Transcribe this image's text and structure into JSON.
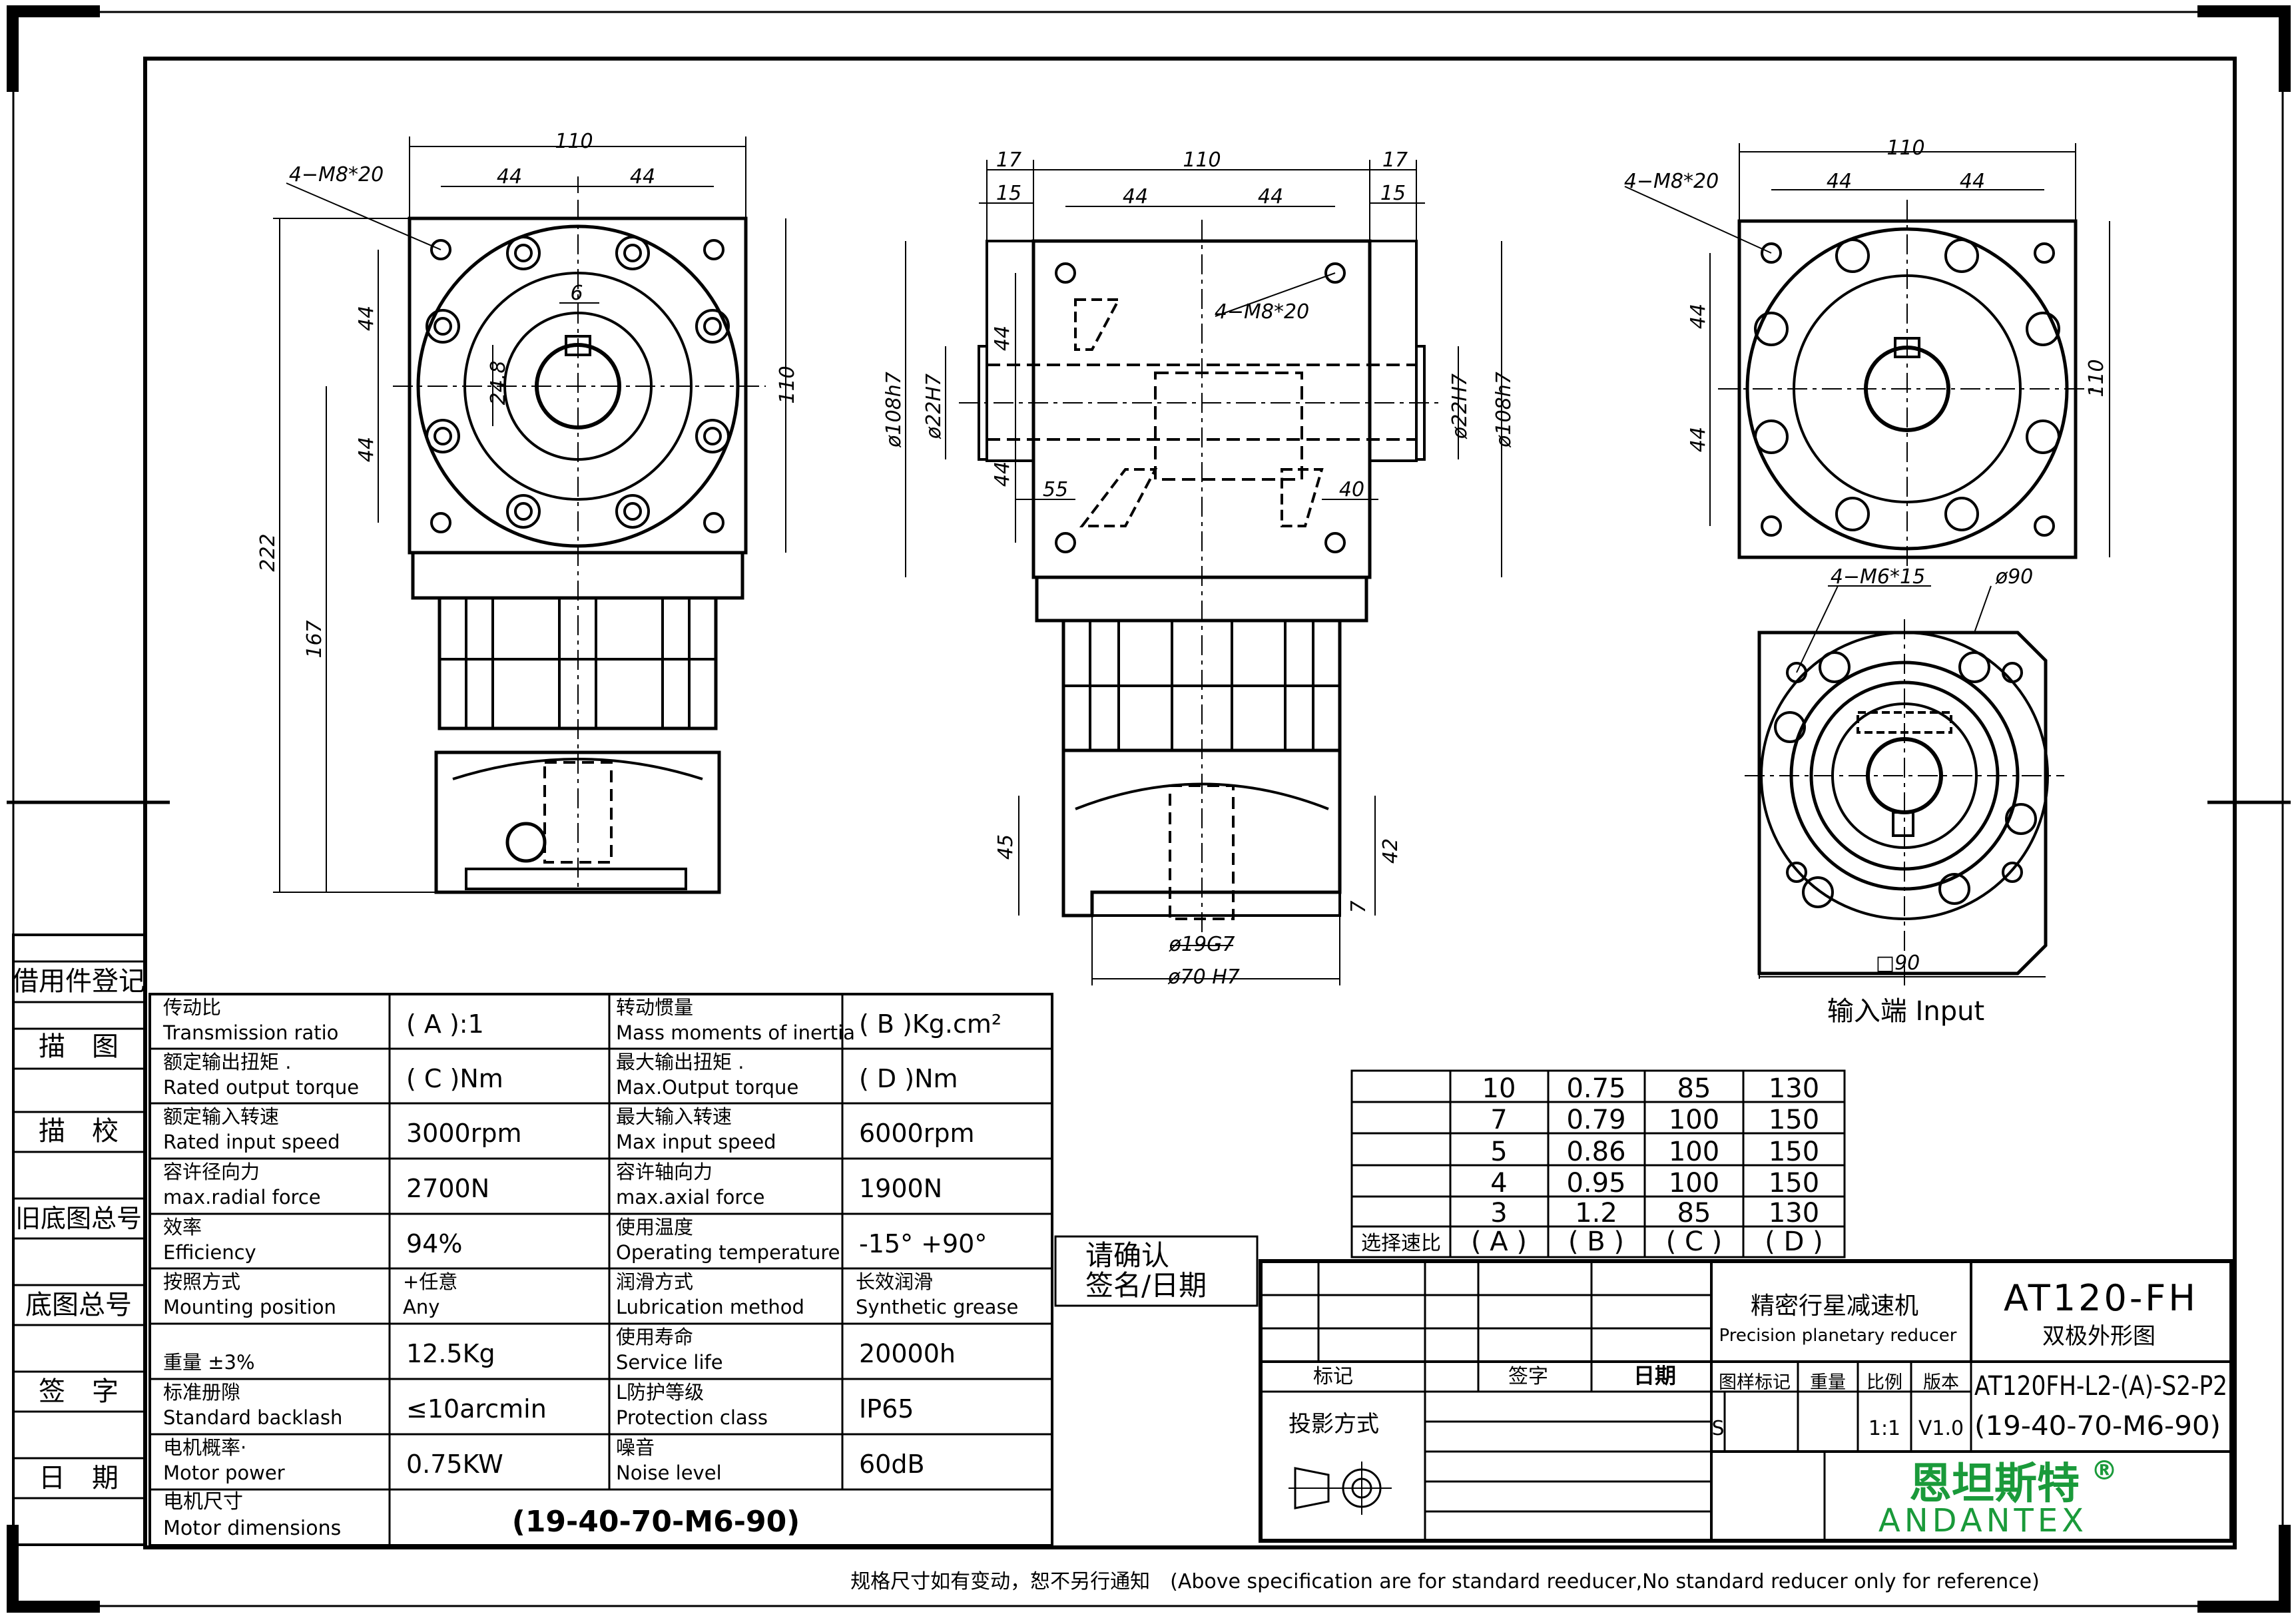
{
  "side_labels": [
    "借用件登记",
    "描　图",
    "描　校",
    "旧底图总号",
    "底图总号",
    "签　字",
    "日　期"
  ],
  "front_view": {
    "dims": {
      "top_width": "110",
      "half1": "44",
      "half2": "44",
      "holes": "4−M8*20",
      "key_width": "6",
      "shaft_h": "24.8",
      "height_right": "110",
      "left_a": "44",
      "left_b": "44",
      "total_h": "222",
      "lower_h": "167"
    }
  },
  "middle_view": {
    "dims": {
      "top_left_a": "17",
      "top_left_b": "15",
      "top_w": "110",
      "top_right_a": "17",
      "top_right_b": "15",
      "half1": "44",
      "half2": "44",
      "holes": "4−M8*20",
      "dia_left": "ø108h7",
      "bore_left": "ø22H7",
      "bore_right": "ø22H7",
      "dia_right": "ø108h7",
      "left_44a": "44",
      "left_44b": "44",
      "d55": "55",
      "d40": "40",
      "d45": "45",
      "d42": "42",
      "d7": "7",
      "d19": "ø19G7",
      "d70": "ø70 H7"
    }
  },
  "right_view": {
    "dims": {
      "top_w": "110",
      "half1": "44",
      "half2": "44",
      "holes": "4−M8*20",
      "left_44a": "44",
      "left_44b": "44",
      "height": "110",
      "m6": "4−M6*15",
      "d90": "ø90",
      "sq90": "□90"
    },
    "caption": "输入端 Input"
  },
  "spec_table": {
    "rows": [
      {
        "cn1": "传动比",
        "en1": "Transmission ratio",
        "val1": "( A ):1",
        "cn2": "转动惯量",
        "en2": "Mass moments of inertia",
        "val2": "( B )Kg.cm²"
      },
      {
        "cn1": "额定输出扭矩  .",
        "en1": "Rated output torque",
        "val1": "( C )Nm",
        "cn2": "最大输出扭矩  .",
        "en2": "Max.Output torque",
        "val2": "( D )Nm"
      },
      {
        "cn1": "额定输入转速",
        "en1": "Rated input speed",
        "val1": "3000rpm",
        "cn2": "最大输入转速",
        "en2": "Max input speed",
        "val2": "6000rpm"
      },
      {
        "cn1": "容许径向力",
        "en1": "max.radial force",
        "val1": "2700N",
        "cn2": "容许轴向力",
        "en2": "max.axial  force",
        "val2": "1900N"
      },
      {
        "cn1": "效率",
        "en1": "Efficiency",
        "val1": "94%",
        "cn2": "使用温度",
        "en2": "Operating temperature",
        "val2": "-15° +90°"
      },
      {
        "cn1": "按照方式",
        "en1": "Mounting position",
        "val1": "+任意\nAny",
        "cn2": "润滑方式",
        "en2": "Lubrication method",
        "val2": "长效润滑\nSynthetic grease"
      },
      {
        "cn1": "",
        "en1": "重量 ±3%",
        "val1": "12.5Kg",
        "cn2": "使用寿命",
        "en2": "Service life",
        "val2": "20000h"
      },
      {
        "cn1": "标准册隙",
        "en1": "Standard backlash",
        "val1": "≤10arcmin",
        "cn2": "L防护等级",
        "en2": "Protection class",
        "val2": "IP65"
      },
      {
        "cn1": "电机概率·",
        "en1": "Motor power",
        "val1": "0.75KW",
        "cn2": "噪音",
        "en2": "Noise level",
        "val2": "60dB"
      }
    ],
    "motor_dim": {
      "cn": "电机尺寸",
      "en": "Motor dimensions",
      "val": "(19-40-70-M6-90)"
    }
  },
  "ratio_table": {
    "rows": [
      [
        "10",
        "0.75",
        "85",
        "130"
      ],
      [
        "7",
        "0.79",
        "100",
        "150"
      ],
      [
        "5",
        "0.86",
        "100",
        "150"
      ],
      [
        "4",
        "0.95",
        "100",
        "150"
      ],
      [
        "3",
        "1.2",
        "85",
        "130"
      ]
    ],
    "header_label": "选择速比",
    "header": [
      "( A )",
      "( B )",
      "( C )",
      "( D )"
    ]
  },
  "confirm": {
    "line1": "请确认",
    "line2": "签名/日期"
  },
  "title_block": {
    "product_cn": "精密行星减速机",
    "product_en": "Precision planetary reducer",
    "model": "AT120-FH",
    "drawing_name": "双极外形图",
    "col_biaoji": "标记",
    "col_qianzi": "签字",
    "col_riqi": "日期",
    "projection": "投影方式",
    "col_tuyang": "图样标记",
    "col_zhongliang": "重量",
    "col_bili": "比例",
    "col_banben": "版本",
    "val_s": "S",
    "val_ratio": "1:1",
    "val_version": "V1.0",
    "code1": "AT120FH-L2-(A)-S2-P2",
    "code2": "(19-40-70-M6-90)",
    "brand_cn": "恩坦斯特",
    "brand_reg": "®",
    "brand_en": "ANDANTEX"
  },
  "footer": "规格尺寸如有变动，恕不另行通知　(Above specification are for standard reeducer,No standard reducer only for reference)",
  "colors": {
    "brand": "#1a9a3a"
  }
}
